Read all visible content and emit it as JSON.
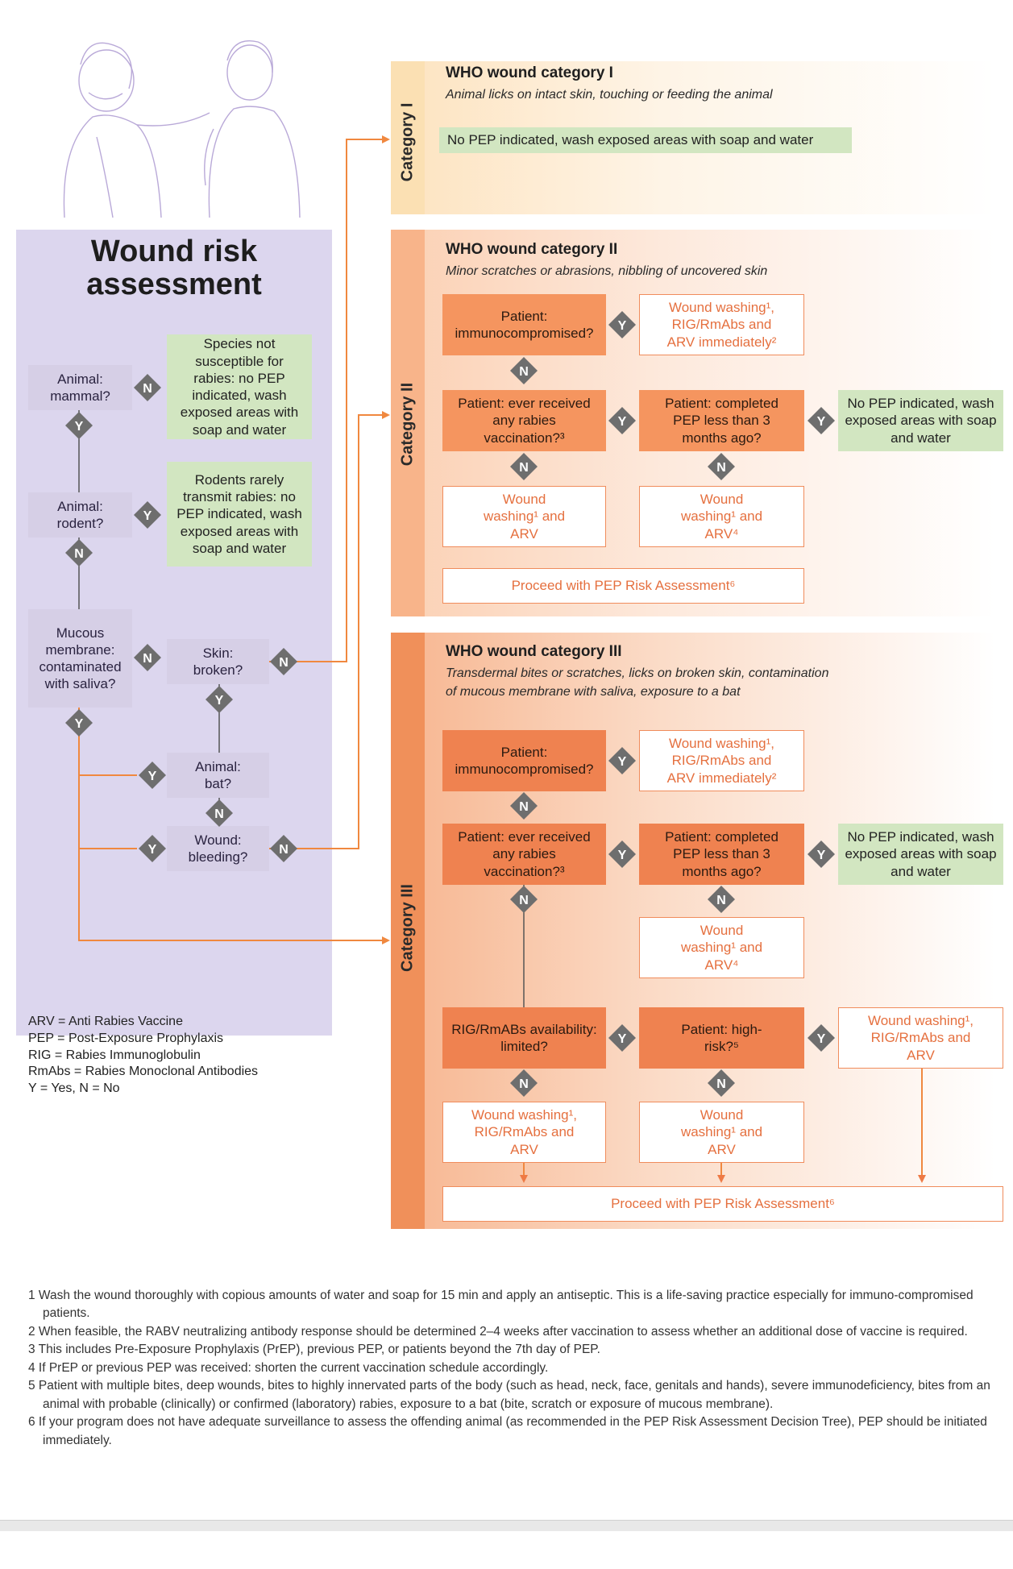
{
  "assessment": {
    "title_line1": "Wound risk",
    "title_line2": "assessment",
    "q_mammal": "Animal: mammal?",
    "r_not_susceptible": "Species not susceptible for rabies: no PEP indicated, wash exposed areas with soap and water",
    "q_rodent": "Animal: rodent?",
    "r_rodents": "Rodents rarely transmit rabies: no PEP indicated, wash exposed areas with soap and water",
    "q_mucous": "Mucous membrane: contaminated with saliva?",
    "q_skin": "Skin: broken?",
    "q_bat": "Animal: bat?",
    "q_bleeding": "Wound: bleeding?"
  },
  "yes": "Y",
  "no": "N",
  "cat1": {
    "label": "Category I",
    "title": "WHO wound category I",
    "subtitle": "Animal licks on intact skin, touching or feeding the animal",
    "result": "No PEP indicated, wash exposed areas with soap and water"
  },
  "cat2": {
    "label": "Category II",
    "title": "WHO wound category II",
    "subtitle": "Minor scratches or abrasions, nibbling of uncovered skin",
    "q_immuno": "Patient: immunocompromised?",
    "r_immuno": "Wound washing¹, RIG/RmAbs and ARV immediately²",
    "q_vaccinated": "Patient: ever received any rabies vaccination?³",
    "q_completed": "Patient: completed PEP less than 3 months ago?",
    "r_no_pep": "No PEP indicated, wash exposed areas with soap and water",
    "r_wash_arv": "Wound washing¹ and ARV",
    "r_wash_arv4": "Wound washing¹ and ARV⁴",
    "proceed": "Proceed with PEP Risk Assessment⁶"
  },
  "cat3": {
    "label": "Category III",
    "title": "WHO wound category III",
    "subtitle_line1": "Transdermal bites or scratches, licks on broken skin, contamination",
    "subtitle_line2": "of mucous membrane with saliva, exposure to a bat",
    "q_immuno": "Patient: immunocompromised?",
    "r_immuno": "Wound washing¹, RIG/RmAbs and ARV immediately²",
    "q_vaccinated": "Patient: ever received any rabies vaccination?³",
    "q_completed": "Patient: completed PEP less than 3 months ago?",
    "r_no_pep": "No PEP indicated, wash exposed areas with soap and water",
    "r_wash_arv4": "Wound washing¹ and ARV⁴",
    "q_rig": "RIG/RmABs availability: limited?",
    "q_highrisk": "Patient: high-risk?⁵",
    "r_highrisk": "Wound washing¹, RIG/RmAbs and ARV",
    "r_rig_limited": "Wound washing¹, RIG/RmAbs and ARV",
    "r_wash_arv": "Wound washing¹ and ARV",
    "proceed": "Proceed with PEP Risk Assessment⁶"
  },
  "legend": [
    "ARV = Anti Rabies Vaccine",
    "PEP = Post-Exposure Prophylaxis",
    "RIG = Rabies Immunoglobulin",
    "RmAbs = Rabies Monoclonal Antibodies",
    "Y = Yes, N = No"
  ],
  "footnotes": [
    "1 Wash the wound thoroughly with copious amounts of water and soap for 15 min and apply an antiseptic. This is a life-saving practice especially for immuno-compromised patients.",
    "2 When feasible, the RABV neutralizing antibody response should be determined 2–4 weeks after vaccination to assess whether an additional dose of vaccine is required.",
    "3 This includes Pre-Exposure Prophylaxis (PrEP), previous PEP, or patients beyond the 7th day of PEP.",
    "4 If PrEP or previous PEP was received: shorten the current vaccination schedule accordingly.",
    "5 Patient with multiple bites, deep wounds, bites to highly innervated parts of the body (such as head, neck, face, genitals and hands), severe immunodeficiency, bites from an animal with probable (clinically) or confirmed (laboratory) rabies, exposure to a bat (bite, scratch or exposure of mucous membrane).",
    "6 If your program does not have adequate surveillance to assess the offending animal (as recommended in the PEP Risk Assessment Decision Tree), PEP should be initiated immediately."
  ],
  "colors": {
    "purple_panel": "#dcd6ee",
    "purple_box": "#d6cfe6",
    "green_box": "#d2e6c1",
    "orange_box": "#f5955f",
    "arrow_orange": "#f0883f",
    "diamond": "#6e6e6e"
  }
}
